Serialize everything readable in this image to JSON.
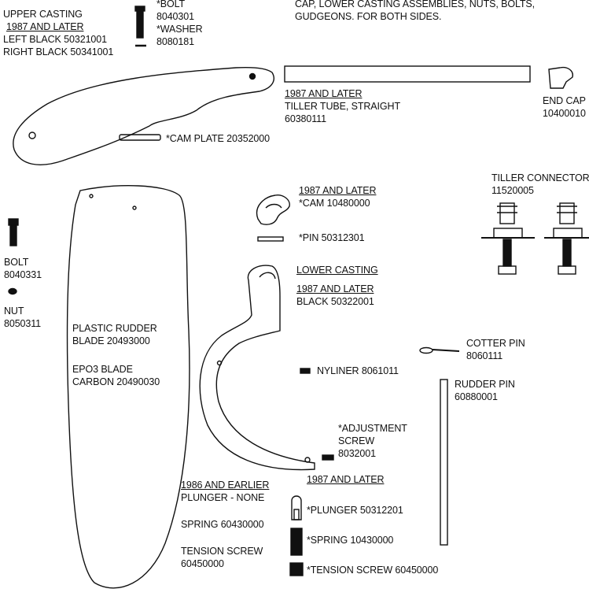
{
  "upper_casting": {
    "title": "UPPER CASTING",
    "year": "1987 AND LATER",
    "left": "LEFT BLACK  50321001",
    "right": "RIGHT BLACK  50341001"
  },
  "bolt_top": {
    "name": "*BOLT",
    "part": "8040301"
  },
  "washer": {
    "name": "*WASHER",
    "part": "8080181"
  },
  "note": {
    "line1": "CAP, LOWER CASTING ASSEMBLIES, NUTS, BOLTS,",
    "line2": "GUDGEONS. FOR BOTH SIDES."
  },
  "tiller_tube": {
    "year": "1987 AND LATER",
    "name": "TILLER TUBE, STRAIGHT",
    "part": "60380111"
  },
  "end_cap": {
    "name": "END CAP",
    "part": "10400010"
  },
  "cam_plate": {
    "label": "*CAM PLATE  20352000"
  },
  "tiller_connector": {
    "name": "TILLER CONNECTOR KIT",
    "part": "11520005"
  },
  "cam": {
    "year": "1987 AND LATER",
    "label": "*CAM  10480000"
  },
  "pin": {
    "label": "*PIN  50312301"
  },
  "bolt_side": {
    "name": "BOLT",
    "part": "8040331"
  },
  "nut": {
    "name": "NUT",
    "part": "8050311"
  },
  "lower_casting": {
    "title": "LOWER CASTING",
    "year": "1987 AND LATER",
    "color": "BLACK  50322001"
  },
  "rudder_blade": {
    "line1": "PLASTIC RUDDER",
    "line2": "BLADE 20493000",
    "line3": "EPO3 BLADE",
    "line4": "CARBON 20490030"
  },
  "cotter_pin": {
    "name": "COTTER PIN",
    "part": "8060111"
  },
  "nyliner": {
    "label": "NYLINER  8061011"
  },
  "rudder_pin": {
    "name": "RUDDER PIN",
    "part": "60880001"
  },
  "adjustment_screw": {
    "line1": "*ADJUSTMENT",
    "line2": "SCREW",
    "part": "8032001"
  },
  "later_1987": {
    "year": "1987 AND LATER"
  },
  "earlier_1986": {
    "year": "1986 AND EARLIER",
    "plunger": "PLUNGER - NONE",
    "spring": "SPRING  60430000",
    "tension1": "TENSION SCREW",
    "tension2": "60450000"
  },
  "plunger": {
    "label": "*PLUNGER  50312201"
  },
  "spring": {
    "label": "*SPRING  10430000"
  },
  "tension_screw": {
    "label": "*TENSION SCREW 60450000"
  }
}
